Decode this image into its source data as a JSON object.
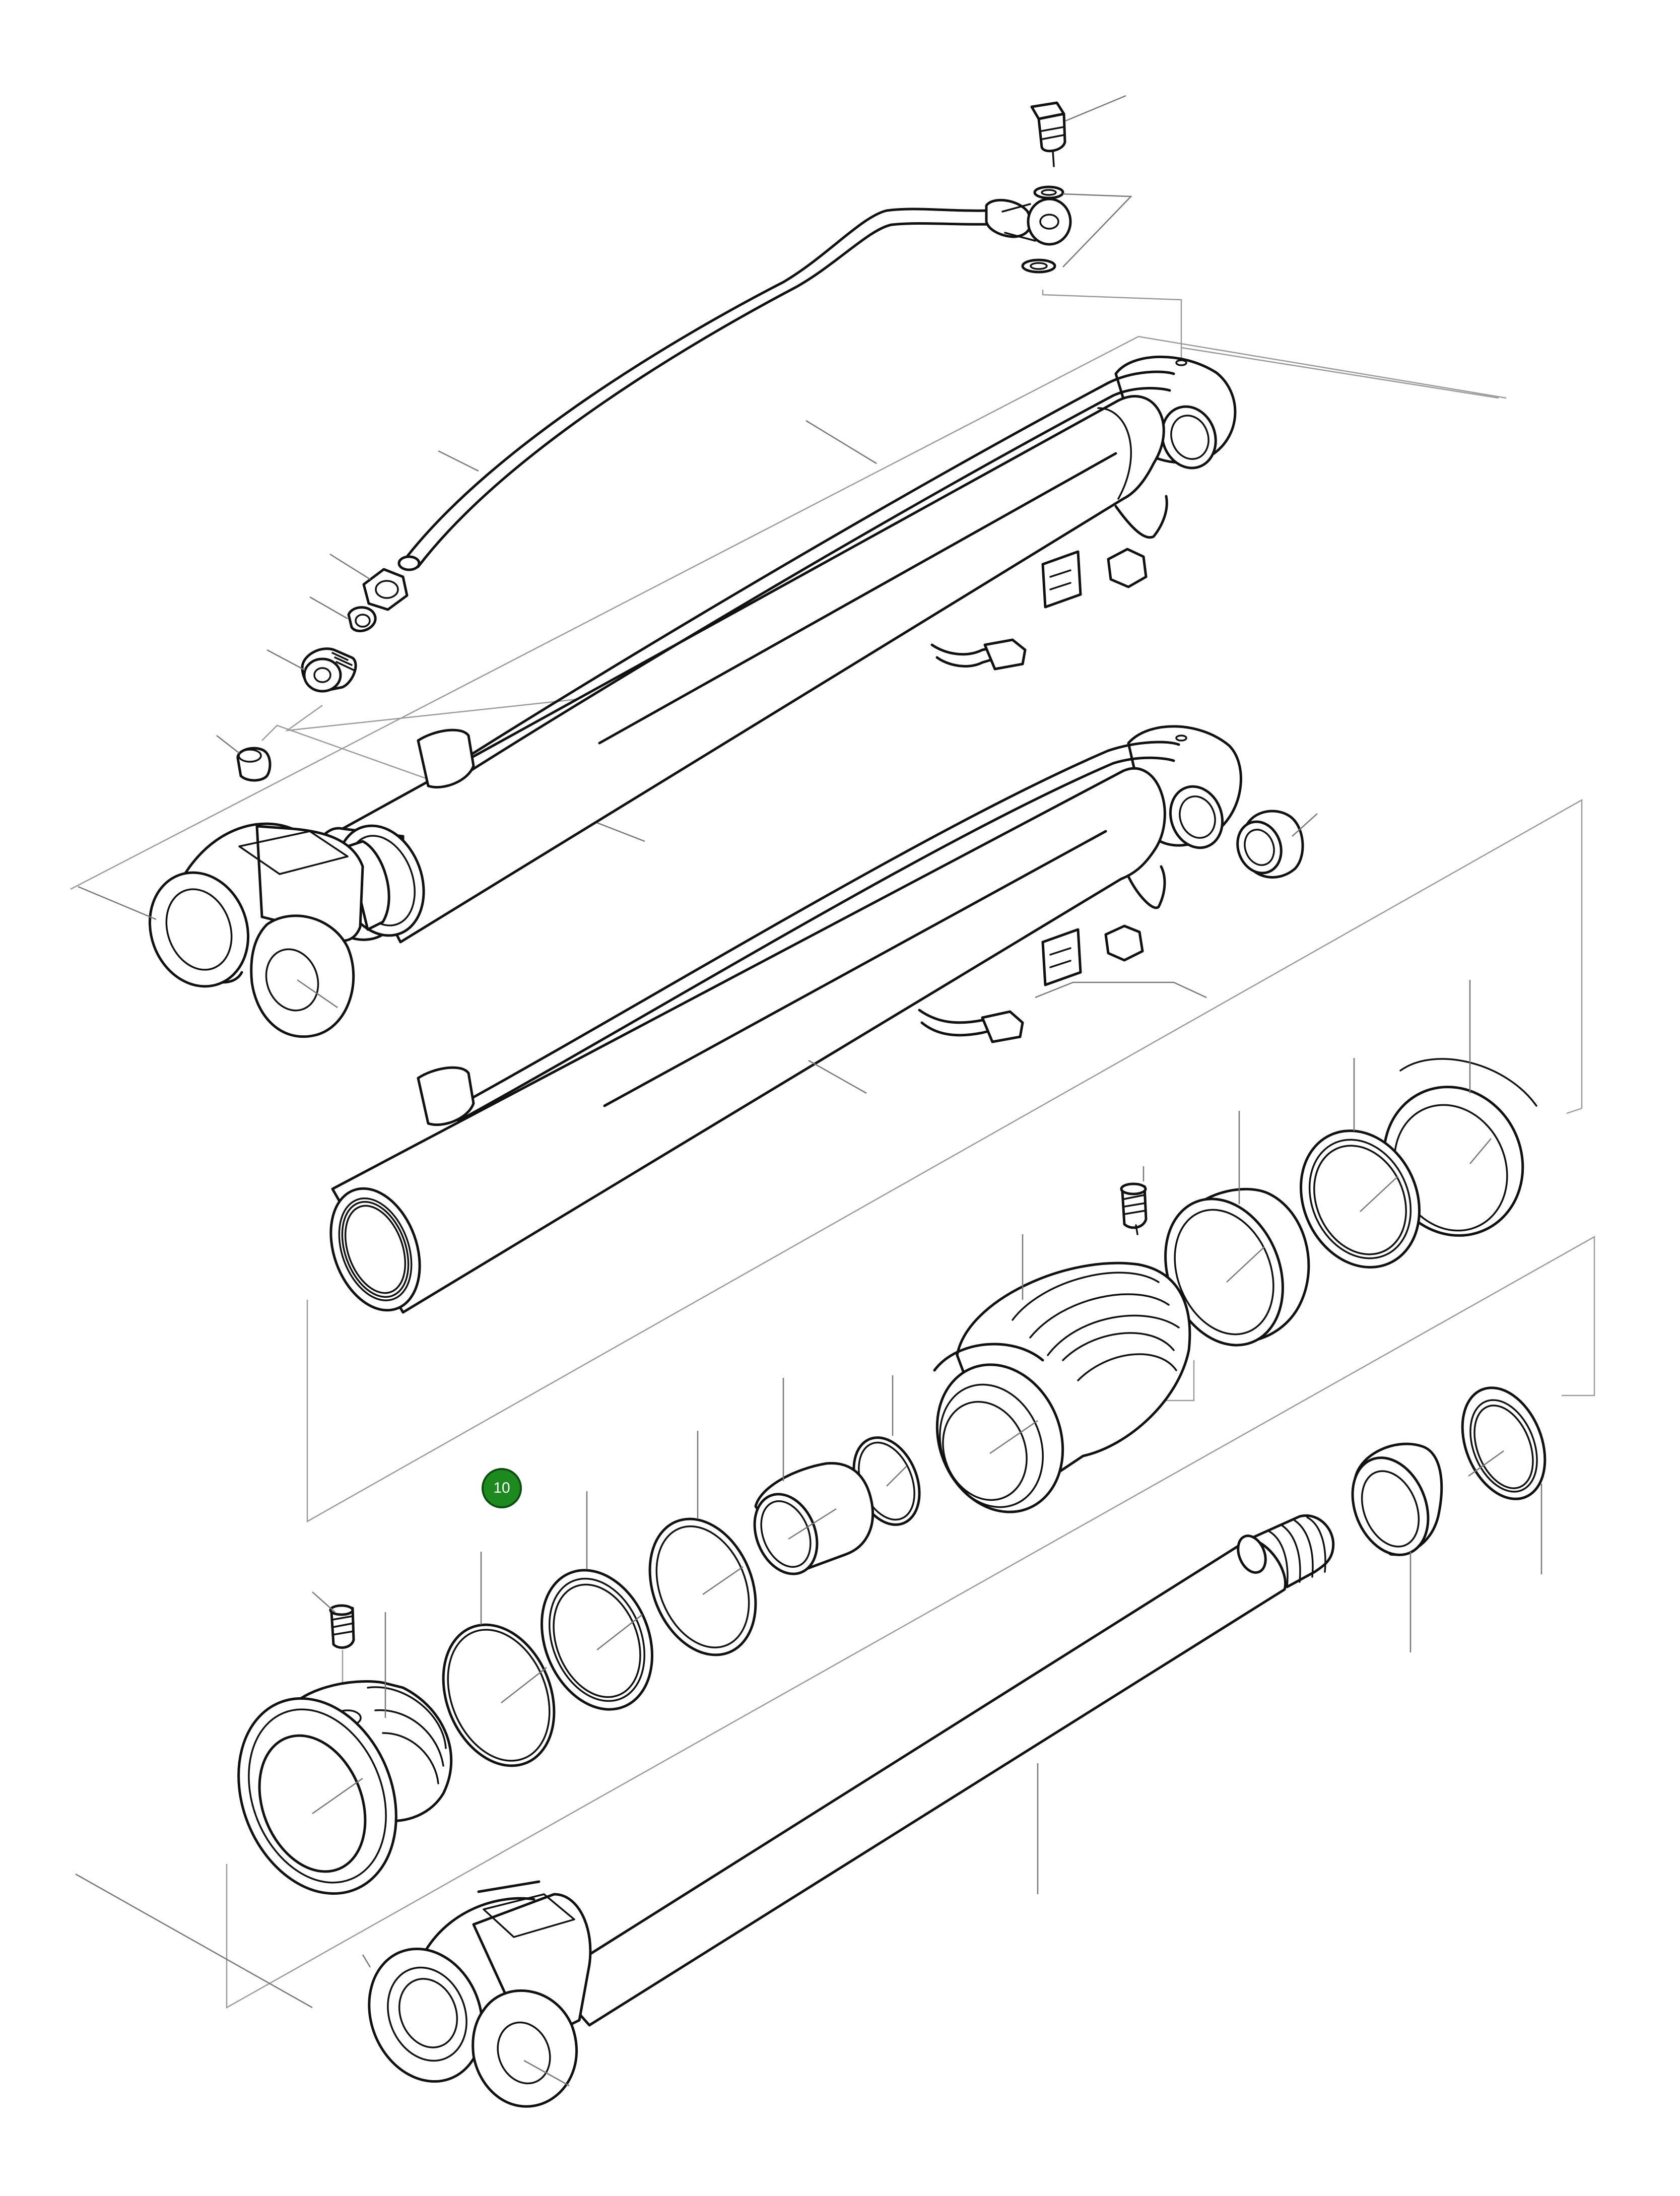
{
  "diagram": {
    "type": "exploded-parts-drawing",
    "parts": [
      "banjo-bolt",
      "sealing-washer-upper",
      "sealing-washer-lower",
      "banjo-pipe",
      "pipe-nut",
      "olive",
      "adapter-union",
      "grease-cap",
      "grease-nipple",
      "clip",
      "cylinder-assembly",
      "cylinder-barrel",
      "bush",
      "piston",
      "set-screw-piston",
      "guide-ring",
      "seal-ring",
      "wear-ring",
      "o-ring",
      "spacer",
      "backup-ring",
      "rod-seal",
      "gland",
      "set-screw-gland",
      "wiper-ring",
      "rod-seal-outer",
      "piston-rod"
    ],
    "colors": {
      "line": "#111111",
      "leader": "#777777",
      "callout": "#1d8a20"
    }
  },
  "callouts": [
    {
      "label": "10"
    }
  ]
}
